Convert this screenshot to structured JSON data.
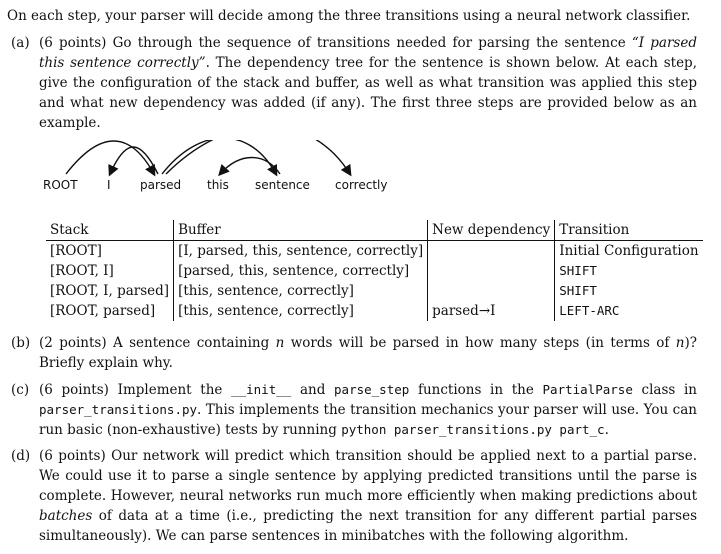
{
  "intro": "On each step, your parser will decide among the three transitions using a neural network classifier.",
  "item_a": {
    "label": "(a)",
    "points": "(6 points)",
    "text1": "Go through the sequence of transitions needed for parsing the sentence",
    "quote": "“I parsed this sentence correctly”",
    "text2": ". The dependency tree for the sentence is shown below. At each step, give the configuration of the stack and buffer, as well as what transition was applied this step and what new dependency was added (if any). The first three steps are provided below as an example."
  },
  "tree_words": [
    "ROOT",
    "I",
    "parsed",
    "this",
    "sentence",
    "correctly"
  ],
  "table": {
    "headers": [
      "Stack",
      "Buffer",
      "New dependency",
      "Transition"
    ],
    "rows": [
      [
        "[ROOT]",
        "[I, parsed, this, sentence, correctly]",
        "",
        "Initial Configuration"
      ],
      [
        "[ROOT, I]",
        "[parsed, this, sentence, correctly]",
        "",
        "SHIFT"
      ],
      [
        "[ROOT, I, parsed]",
        "[this, sentence, correctly]",
        "",
        "SHIFT"
      ],
      [
        "[ROOT, parsed]",
        "[this, sentence, correctly]",
        "parsed→I",
        "LEFT-ARC"
      ]
    ]
  },
  "item_b": {
    "label": "(b)",
    "points": "(2 points)",
    "text1": "A sentence containing",
    "var_n": "n",
    "text2": "words will be parsed in how many steps (in terms of",
    "text3": ")? Briefly explain why."
  },
  "item_c": {
    "label": "(c)",
    "points": "(6 points)",
    "text1": "Implement the",
    "code_init": "__init__",
    "text2": "and",
    "code_parse": "parse_step",
    "text3": "functions in the",
    "code_class": "PartialParse",
    "text4": "class in",
    "code_file": "parser_transitions.py",
    "text5": ". This implements the transition mechanics your parser will use. You can run basic (non-exhaustive) tests by running",
    "code_cmd": "python parser_transitions.py part_c",
    "text6": "."
  },
  "item_d": {
    "label": "(d)",
    "points": "(6 points)",
    "text1": "Our network will predict which transition should be applied next to a partial parse. We could use it to parse a single sentence by applying predicted transitions until the parse is complete. However, neural networks run much more efficiently when making predictions about",
    "emph": "batches",
    "text2": "of data at a time (i.e., predicting the next transition for any different partial parses simultaneously). We can parse sentences in minibatches with the following algorithm."
  }
}
